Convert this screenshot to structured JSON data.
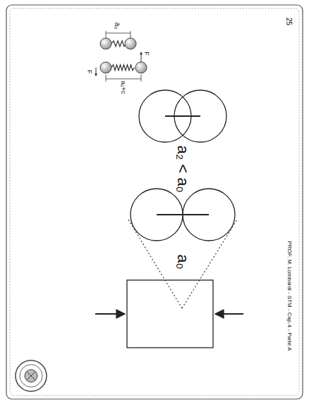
{
  "diagram": {
    "labels": [
      "25",
      "PROF. M. Lombardi - STM - Cap.4 - Parte A",
      "a₀",
      "a₀+c",
      "F",
      "F",
      "a₀",
      "a₂ < a₀"
    ]
  }
}
